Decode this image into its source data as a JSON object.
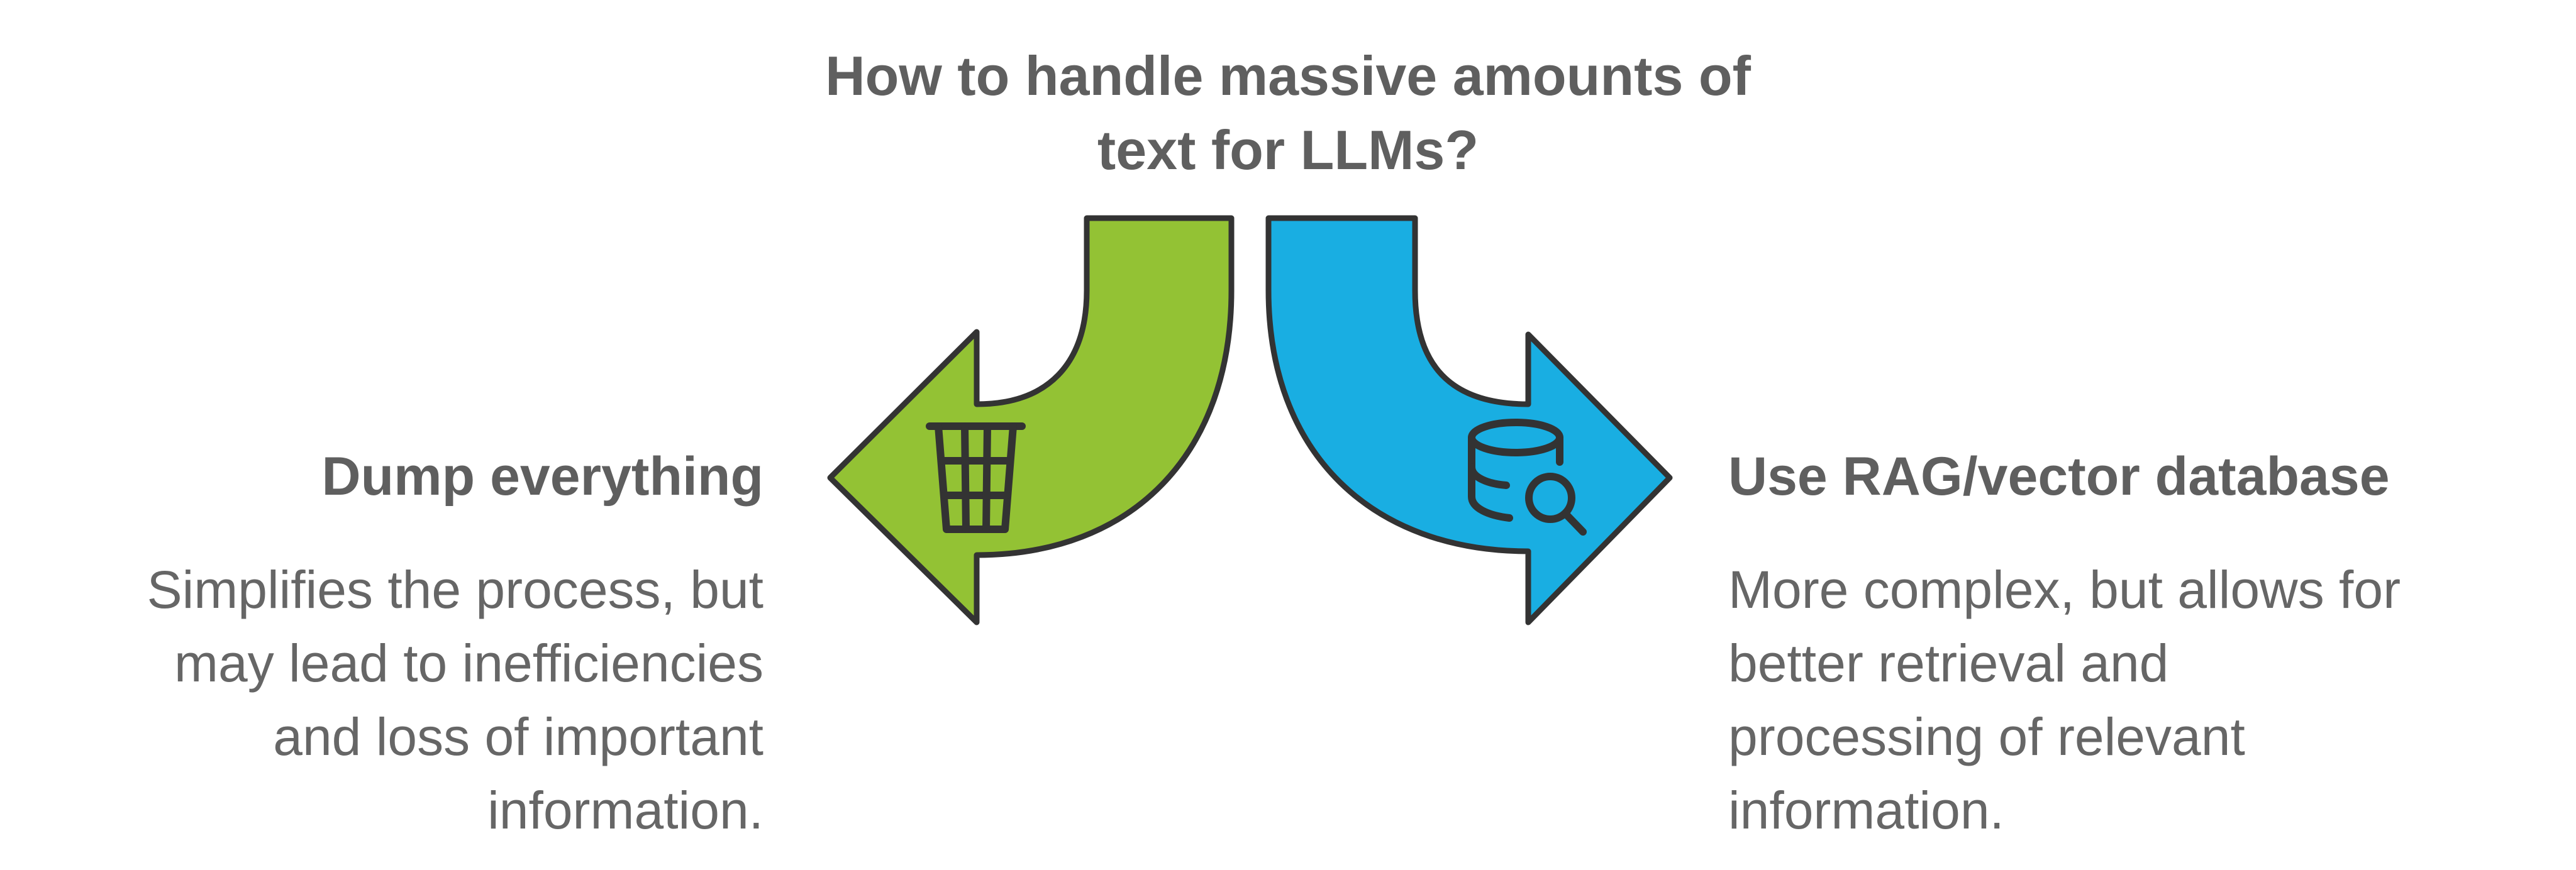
{
  "title": {
    "lines": [
      "How to handle massive amounts of",
      "text for LLMs?"
    ]
  },
  "options": {
    "left": {
      "title": "Dump everything",
      "description_lines": [
        "Simplifies the process, but",
        "may lead to inefficiencies",
        "and loss of important",
        "information."
      ],
      "icon": "trash-bin-icon",
      "arrow_color": "#93c234"
    },
    "right": {
      "title": "Use RAG/vector database",
      "description_lines": [
        "More complex, but allows for",
        "better retrieval and",
        "processing of relevant",
        "information."
      ],
      "icon": "database-search-icon",
      "arrow_color": "#19aee2"
    }
  },
  "colors": {
    "text": "#5f5f5f",
    "outline": "#333333"
  }
}
